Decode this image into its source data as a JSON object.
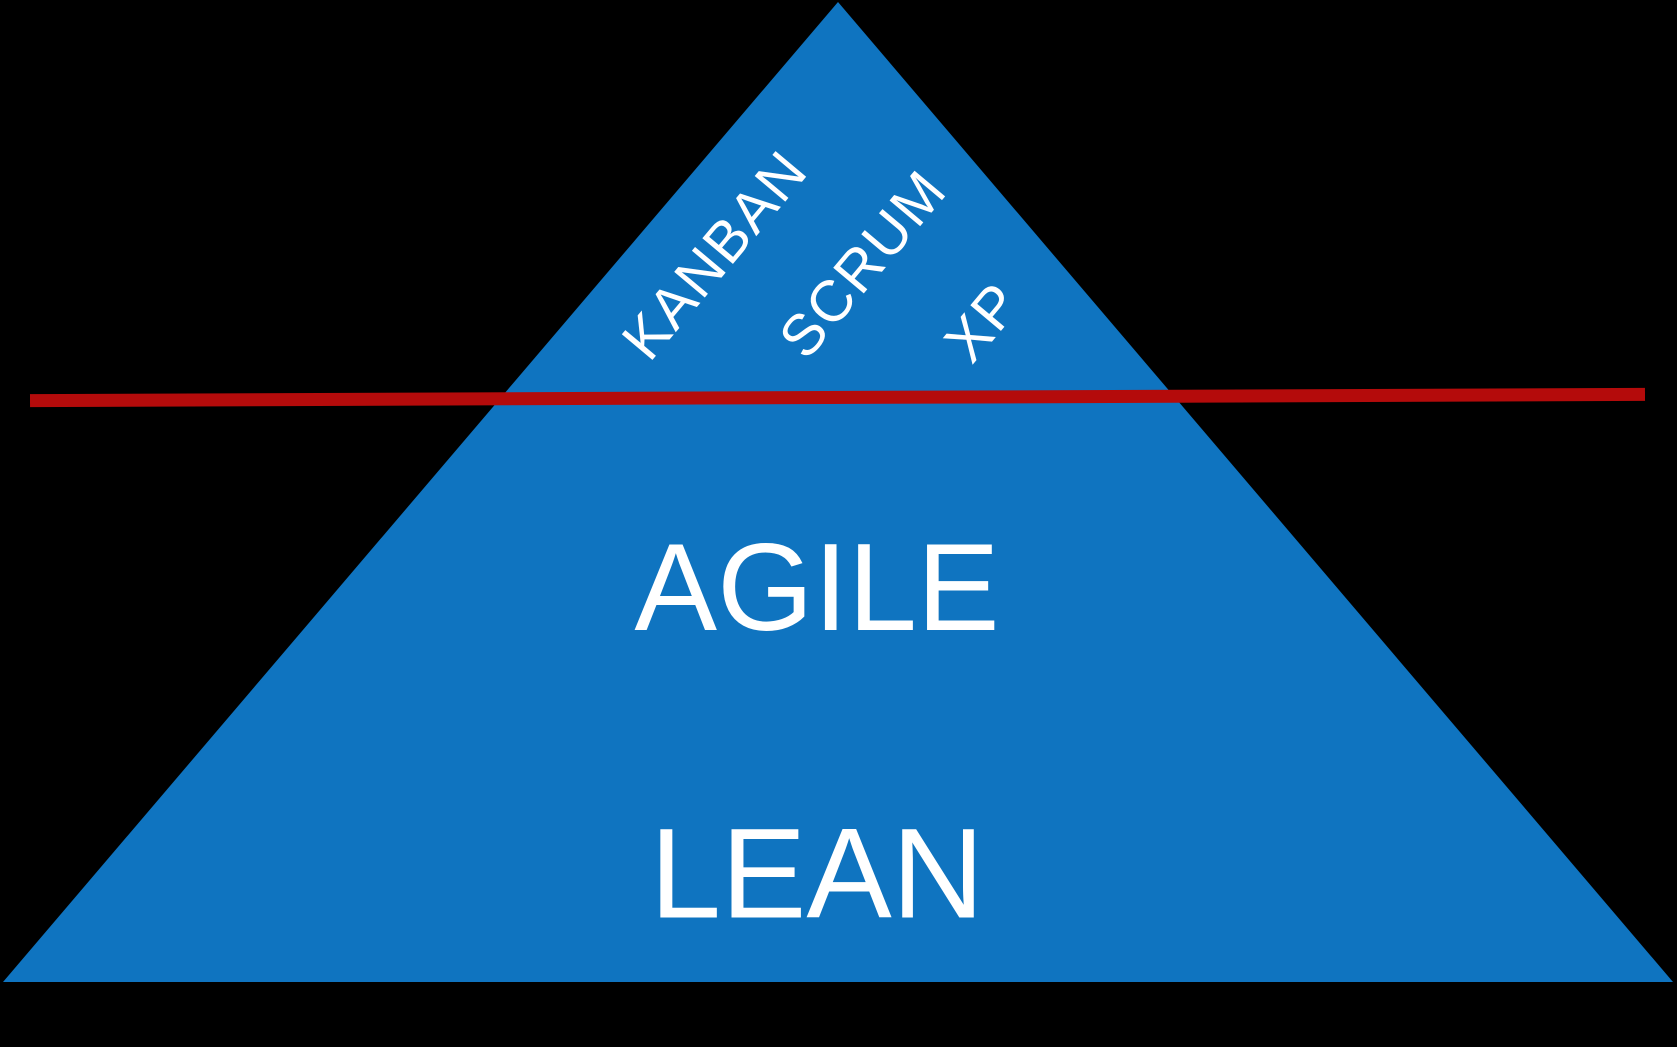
{
  "diagram": {
    "type": "pyramid-iceberg",
    "labels": {
      "kanban": "KANBAN",
      "scrum": "SCRUM",
      "xp": "XP",
      "agile": "AGILE",
      "lean": "LEAN"
    },
    "colors": {
      "background": "#000000",
      "triangle": "#0f74c0",
      "waterline": "#b40b0b",
      "text": "#ffffff"
    }
  }
}
